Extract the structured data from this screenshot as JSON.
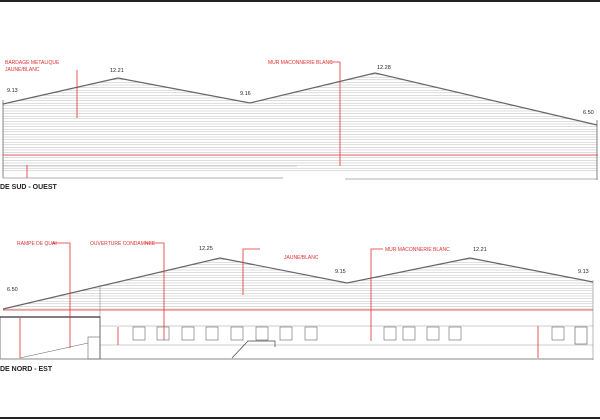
{
  "elevations": [
    {
      "title": "DE SUD - OUEST",
      "labels": [
        "BARDAGE METALIQUE",
        "JAUNE/BLANC",
        "MUR MACONNERIE BLANC"
      ],
      "heights": [
        "9.13",
        "12.21",
        "9.16",
        "12.28",
        "6.50"
      ]
    },
    {
      "title": "DE NORD - EST",
      "labels": [
        "RAMPE DE QUAI",
        "OUVERTURE CONDAMNEE",
        "JAUNE/BLANC",
        "MUR MACONNERIE BLANC"
      ],
      "heights": [
        "6.50",
        "12.25",
        "9.15",
        "12.21",
        "9.13"
      ]
    }
  ],
  "colors": {
    "annotation": "#e03030",
    "line": "#555555",
    "border": "#222222"
  }
}
